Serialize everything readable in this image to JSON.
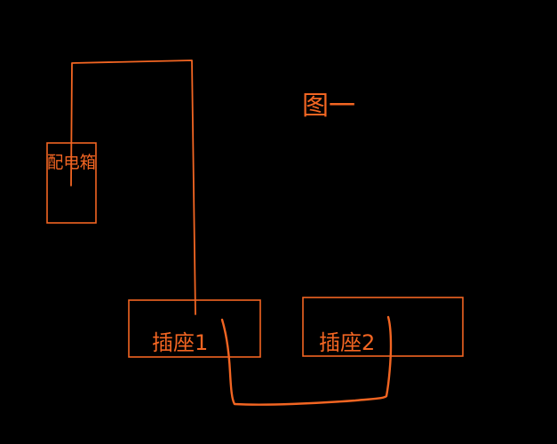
{
  "figure_label": "图一",
  "distribution_box": {
    "label": "配电箱"
  },
  "sockets": [
    {
      "label": "插座1"
    },
    {
      "label": "插座2"
    }
  ],
  "colors": {
    "background": "#000000",
    "line": "#f26522"
  }
}
